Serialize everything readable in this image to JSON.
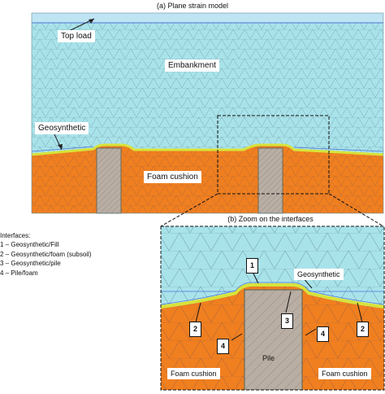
{
  "title_a": "(a)   Plane strain model",
  "title_b": "(b) Zoom on the interfaces",
  "labels": {
    "top_load": "Top load",
    "embankment": "Embankment",
    "geosynthetic": "Geosynthetic",
    "foam_cushion": "Foam cushion",
    "zoom_geosynthetic": "Geosynthetic",
    "pile": "Pile",
    "zoom_foam_left": "Foam cushion",
    "zoom_foam_right": "Foam cushion"
  },
  "interfaces": {
    "heading": "Interfaces:",
    "items": [
      "1 – Geosynthetic/Fill",
      "2 – Geosynthetic/foam (subsoil)",
      "3 – Geosynthetic/pile",
      "4 – Pile/foam"
    ]
  },
  "callouts": [
    "1",
    "2",
    "2",
    "3",
    "4",
    "4"
  ],
  "colors": {
    "fill": "#a9e3ea",
    "foam": "#f07f1f",
    "pile": "#b9aea4",
    "geosynthetic": "#d8e33a",
    "mesh": "#6b8fa0",
    "load": "#4f73d8"
  }
}
